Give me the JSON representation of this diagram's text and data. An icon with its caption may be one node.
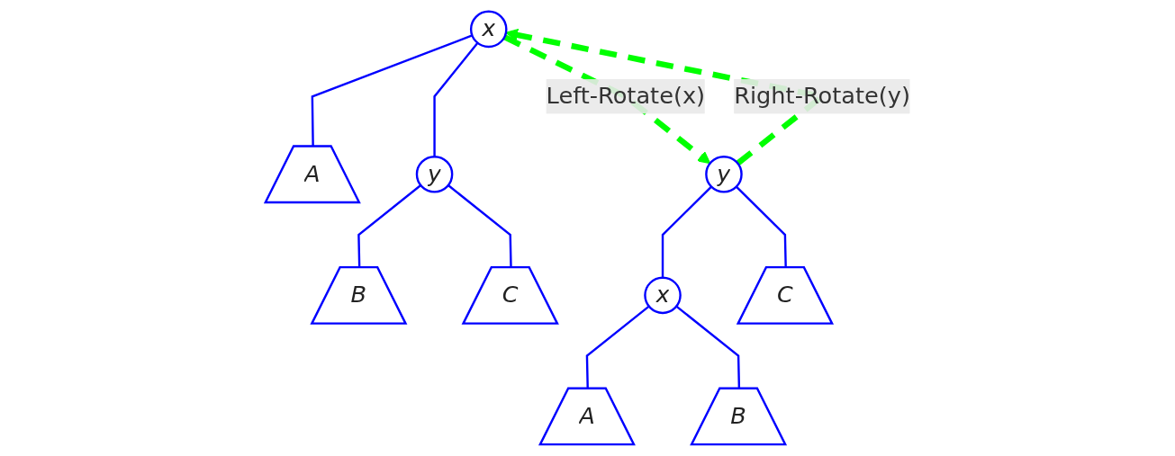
{
  "diagram": {
    "nodes": [
      {
        "text": [
          "x"
        ]
      },
      {
        "text": [
          "A"
        ]
      },
      {
        "text": [
          "y"
        ]
      },
      {
        "text": [
          "B"
        ]
      },
      {
        "text": [
          "C"
        ]
      },
      {
        "text": [
          "y"
        ]
      },
      {
        "text": [
          "x"
        ]
      },
      {
        "text": [
          "A"
        ]
      },
      {
        "text": [
          "B"
        ]
      },
      {
        "text": [
          "C"
        ]
      }
    ],
    "edges": [
      {
        "from": 0,
        "to": 1,
        "arrow": "none"
      },
      {
        "from": 0,
        "to": 2,
        "arrow": "none"
      },
      {
        "from": 2,
        "to": 3,
        "arrow": "none"
      },
      {
        "from": 2,
        "to": 4,
        "arrow": "none"
      },
      {
        "from": 0,
        "to": 5,
        "arrow": "to",
        "label": "Left-Rotate(x)",
        "style": "dashed",
        "color": "#00ff00"
      },
      {
        "from": 5,
        "to": 0,
        "arrow": "to",
        "label": "Right-Rotate(y)",
        "style": "dashed",
        "color": "#00ff00"
      },
      {
        "from": 5,
        "to": 6,
        "arrow": "none"
      },
      {
        "from": 5,
        "to": 9,
        "arrow": "none"
      },
      {
        "from": 6,
        "to": 7,
        "arrow": "none"
      },
      {
        "from": 6,
        "to": 8,
        "arrow": "none"
      }
    ]
  }
}
